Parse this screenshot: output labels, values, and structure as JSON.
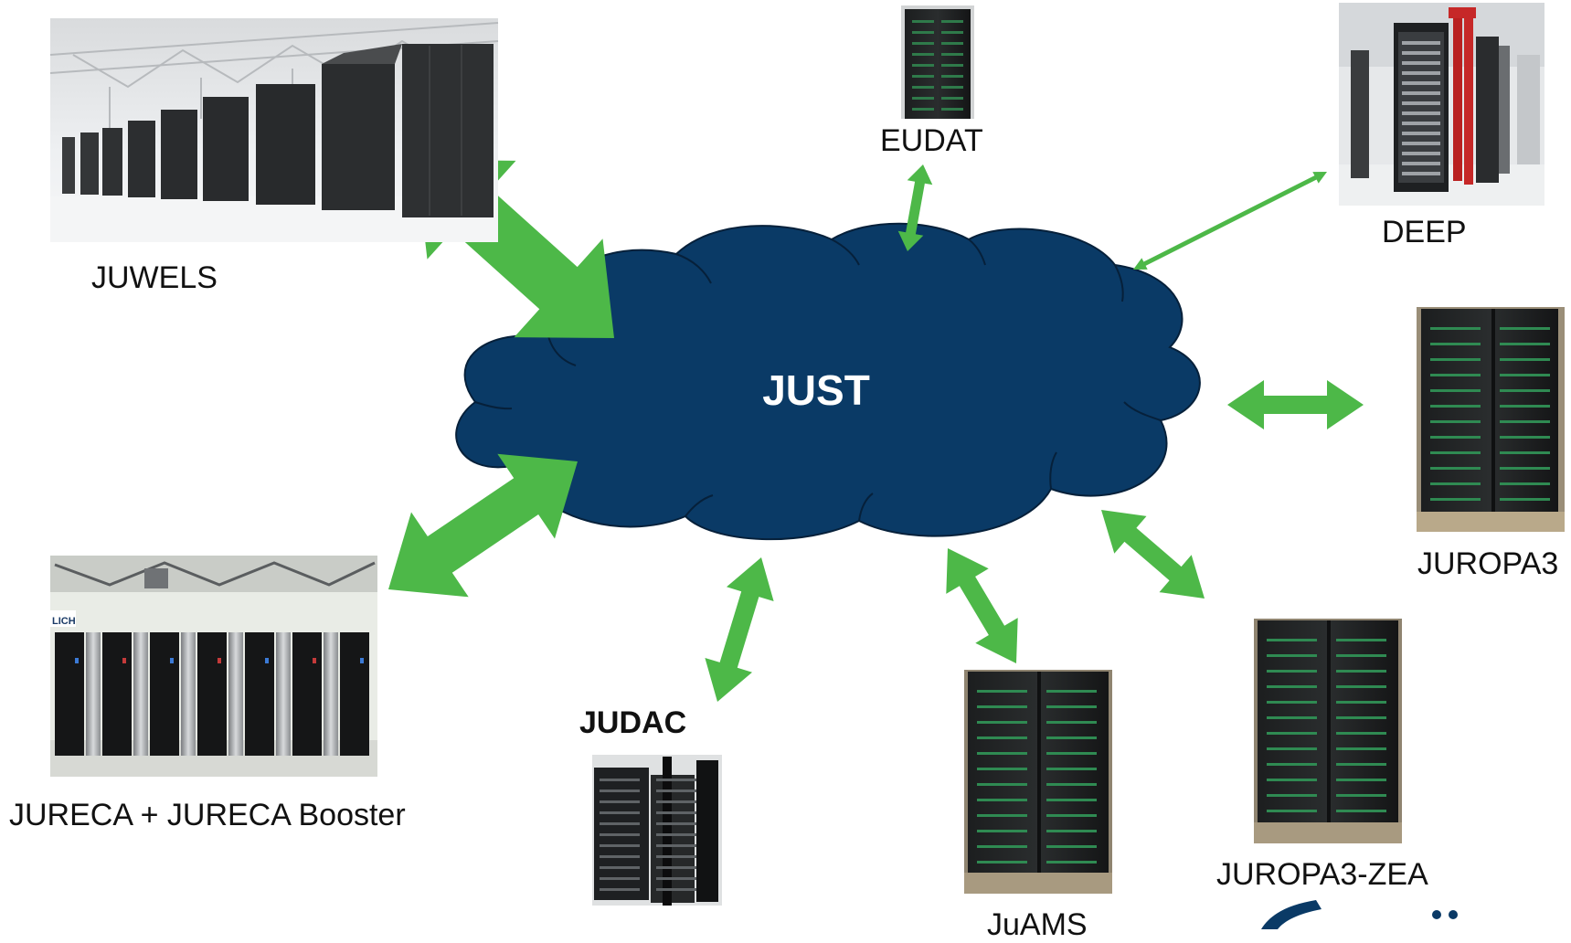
{
  "center": {
    "label": "JUST",
    "fill": "#0a3a66",
    "text_color": "#ffffff"
  },
  "arrow_color": "#4db848",
  "nodes": [
    {
      "key": "juwels",
      "label": "JUWELS",
      "photo_icon": "supercomputer-hall-photo"
    },
    {
      "key": "jureca",
      "label": "JURECA + JURECA Booster",
      "photo_icon": "supercomputer-racks-photo"
    },
    {
      "key": "eudat",
      "label": "EUDAT",
      "photo_icon": "server-rack-photo"
    },
    {
      "key": "deep",
      "label": "DEEP",
      "photo_icon": "open-rack-photo"
    },
    {
      "key": "juropa3",
      "label": "JUROPA3",
      "photo_icon": "server-rack-photo"
    },
    {
      "key": "juropa3zea",
      "label": "JUROPA3-ZEA",
      "photo_icon": "server-rack-photo"
    },
    {
      "key": "juams",
      "label": "JuAMS",
      "photo_icon": "server-rack-photo"
    },
    {
      "key": "judac",
      "label": "JUDAC",
      "photo_icon": "server-rack-photo"
    }
  ],
  "logo_color": "#0a3a66"
}
